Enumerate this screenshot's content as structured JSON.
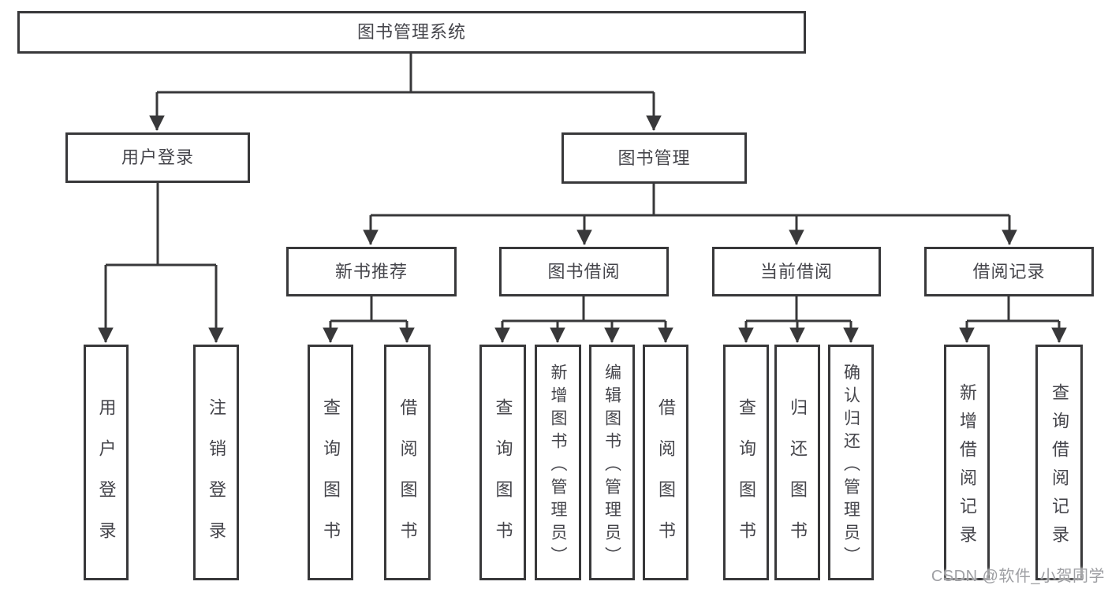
{
  "diagram_type": "function-structure-tree",
  "colors": {
    "line": "#38383a",
    "node_border": "#38383a",
    "node_text": "#45454b",
    "background": "#ffffff",
    "watermark_text": "#9fa0a4"
  },
  "tree": {
    "root": {
      "label": "图书管理系统",
      "children": [
        {
          "label": "用户登录",
          "children": [
            {
              "label": "用户登录"
            },
            {
              "label": "注销登录"
            }
          ]
        },
        {
          "label": "图书管理",
          "children": [
            {
              "label": "新书推荐",
              "children": [
                {
                  "label": "查询图书"
                },
                {
                  "label": "借阅图书"
                }
              ]
            },
            {
              "label": "图书借阅",
              "children": [
                {
                  "label": "查询图书"
                },
                {
                  "label": "新增图书（管理员）"
                },
                {
                  "label": "编辑图书（管理员）"
                },
                {
                  "label": "借阅图书"
                }
              ]
            },
            {
              "label": "当前借阅",
              "children": [
                {
                  "label": "查询图书"
                },
                {
                  "label": "归还图书"
                },
                {
                  "label": "确认归还（管理员）"
                }
              ]
            },
            {
              "label": "借阅记录",
              "children": [
                {
                  "label": "新增借阅记录"
                },
                {
                  "label": "查询借阅记录"
                }
              ]
            }
          ]
        }
      ]
    }
  },
  "watermark": {
    "text": "CSDN @软件_小贺同学"
  }
}
